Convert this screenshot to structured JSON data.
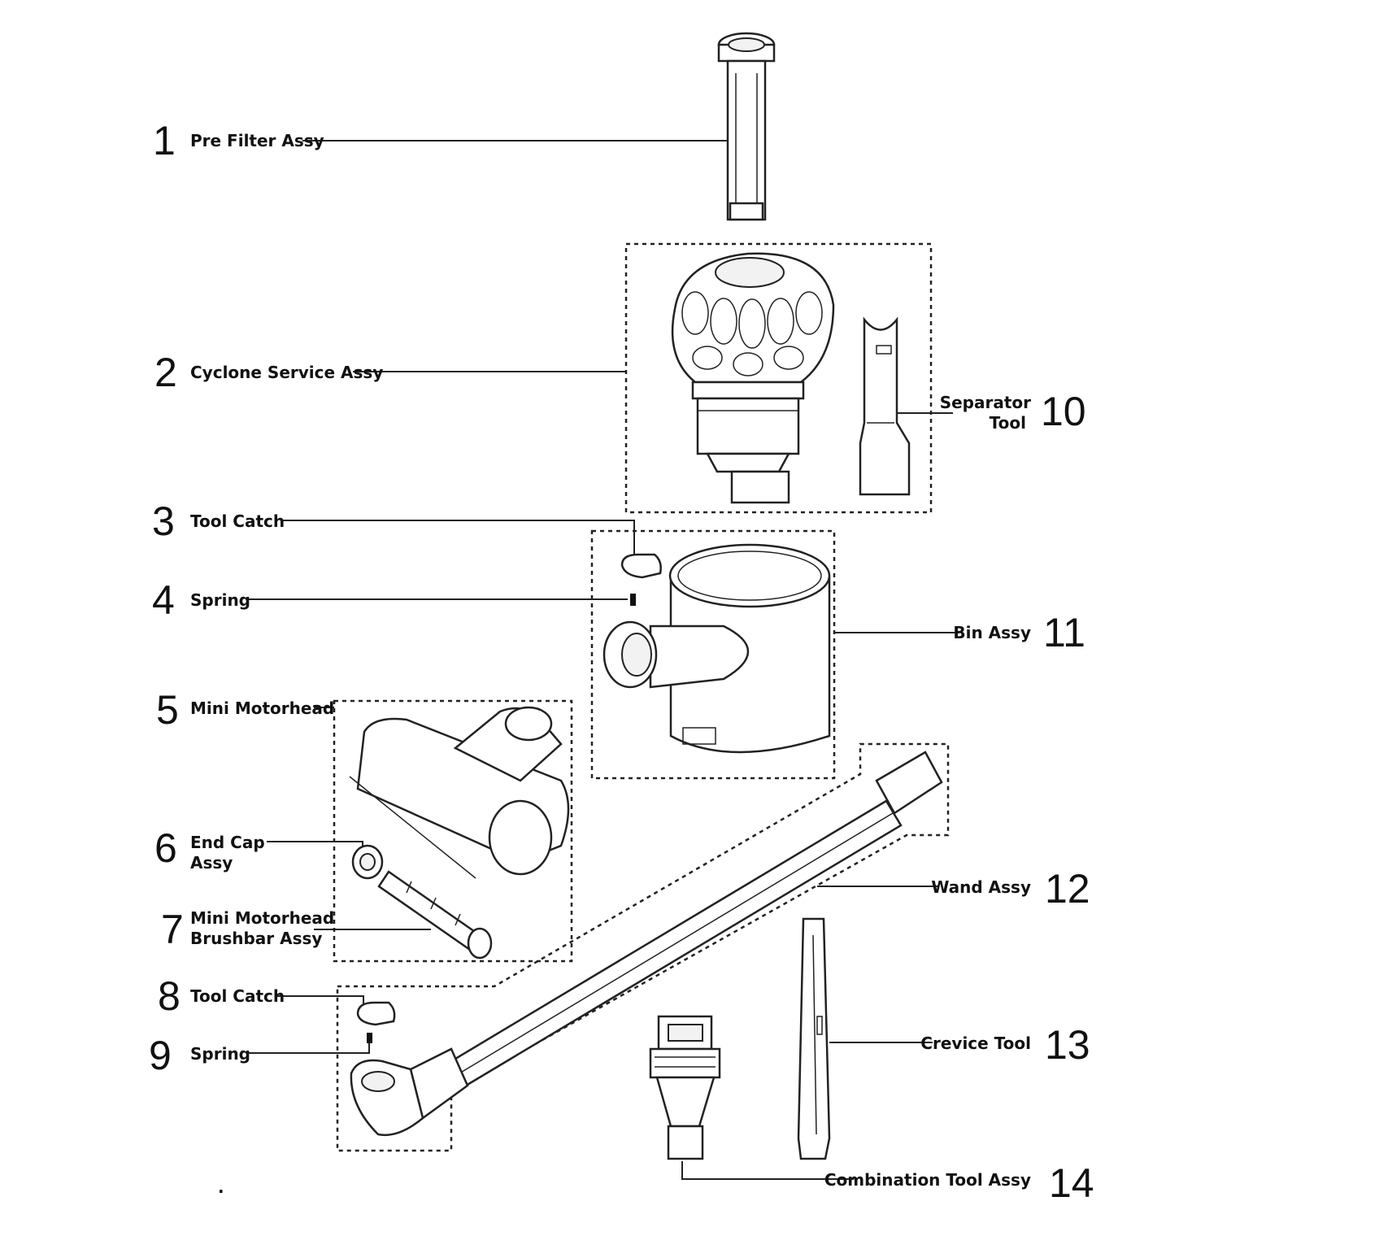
{
  "parts": [
    {
      "number": "1",
      "label_lines": [
        "Pre Filter Assy"
      ]
    },
    {
      "number": "2",
      "label_lines": [
        "Cyclone Service Assy"
      ]
    },
    {
      "number": "3",
      "label_lines": [
        "Tool Catch"
      ]
    },
    {
      "number": "4",
      "label_lines": [
        "Spring"
      ]
    },
    {
      "number": "5",
      "label_lines": [
        "Mini Motorhead"
      ]
    },
    {
      "number": "6",
      "label_lines": [
        "End Cap",
        "Assy"
      ]
    },
    {
      "number": "7",
      "label_lines": [
        "Mini Motorhead",
        "Brushbar Assy"
      ]
    },
    {
      "number": "8",
      "label_lines": [
        "Tool Catch"
      ]
    },
    {
      "number": "9",
      "label_lines": [
        "Spring"
      ]
    },
    {
      "number": "10",
      "label_lines": [
        "Separator",
        "Tool"
      ]
    },
    {
      "number": "11",
      "label_lines": [
        "Bin Assy"
      ]
    },
    {
      "number": "12",
      "label_lines": [
        "Wand Assy"
      ]
    },
    {
      "number": "13",
      "label_lines": [
        "Crevice Tool"
      ]
    },
    {
      "number": "14",
      "label_lines": [
        "Combination Tool Assy"
      ]
    }
  ],
  "drawing_note_mark": "·"
}
